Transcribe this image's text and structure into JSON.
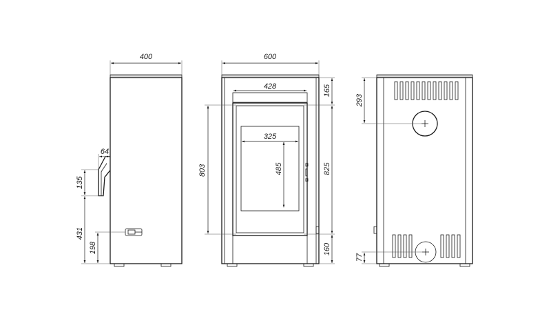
{
  "drawing": {
    "side_view": {
      "width": "400",
      "handle_depth": "64",
      "handle_height": "135",
      "connection_height": "431",
      "air_inlet_height": "198"
    },
    "front_view": {
      "width": "600",
      "door_width": "428",
      "top_offset": "165",
      "glass_width": "325",
      "glass_height": "485",
      "door_height": "803",
      "body_height": "825",
      "bottom_offset": "160"
    },
    "rear_view": {
      "flue_height": "293",
      "air_inlet_height": "77"
    }
  }
}
